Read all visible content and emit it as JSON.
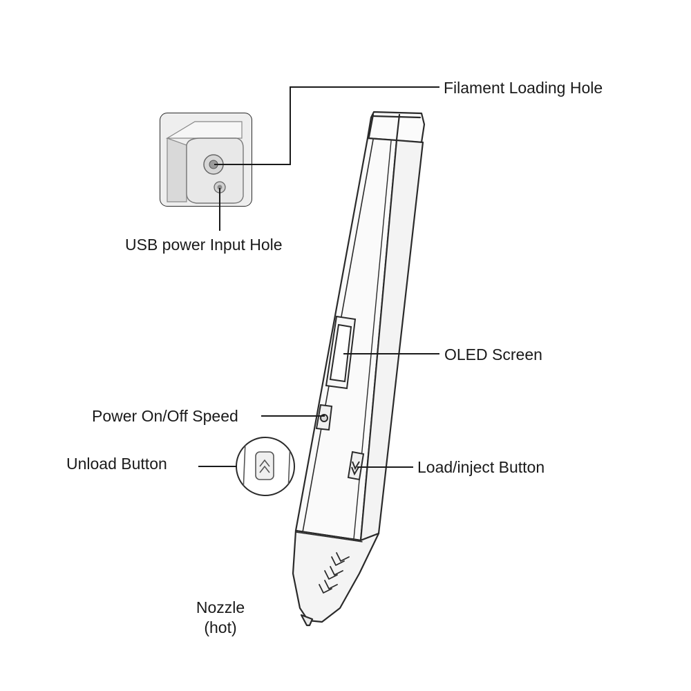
{
  "labels": {
    "filament_loading_hole": "Filament Loading Hole",
    "usb_power_input_hole": "USB power Input Hole",
    "oled_screen": "OLED Screen",
    "power_on_off_speed": "Power On/Off Speed",
    "unload_button": "Unload Button",
    "load_inject_button": "Load/inject Button",
    "nozzle_line1": "Nozzle",
    "nozzle_line2": "(hot)"
  },
  "colors": {
    "stroke": "#2a2a2a",
    "pen_body": "#fafafa",
    "tip": "#f4f4f4",
    "inset_bg": "#f0f0f0"
  }
}
